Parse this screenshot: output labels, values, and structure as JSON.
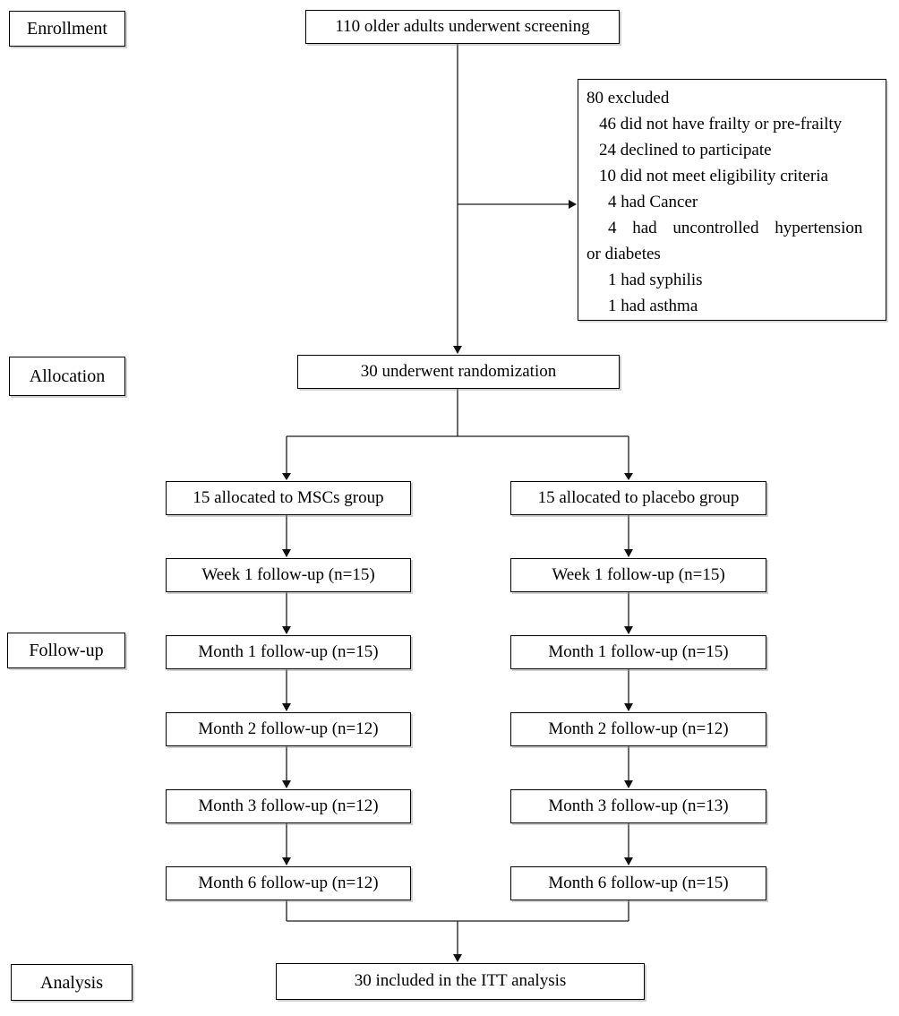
{
  "stages": {
    "enrollment": "Enrollment",
    "allocation": "Allocation",
    "followup": "Follow-up",
    "analysis": "Analysis"
  },
  "screening_box": "110 older adults underwent screening",
  "exclusion_box": {
    "lines": [
      "80 excluded",
      "46 did not have frailty or pre-frailty",
      "24 declined to participate",
      "10 did not meet eligibility criteria",
      "4 had Cancer",
      "4 had uncontrolled hypertension",
      "or diabetes",
      "1 had syphilis",
      "1 had asthma"
    ]
  },
  "randomization_box": "30 underwent randomization",
  "msc_column": {
    "allocated": "15 allocated to MSCs group",
    "followups": [
      "Week 1 follow-up (n=15)",
      "Month 1 follow-up (n=15)",
      "Month 2 follow-up (n=12)",
      "Month 3 follow-up (n=12)",
      "Month 6 follow-up (n=12)"
    ]
  },
  "placebo_column": {
    "allocated": "15 allocated to placebo group",
    "followups": [
      "Week 1 follow-up (n=15)",
      "Month 1 follow-up (n=15)",
      "Month 2 follow-up (n=12)",
      "Month 3 follow-up (n=13)",
      "Month 6 follow-up (n=15)"
    ]
  },
  "analysis_box": "30 included in the ITT analysis",
  "colors": {
    "box_border": "#000000",
    "connector_line": "#1a1a1a",
    "background": "#ffffff",
    "text": "#000000"
  }
}
